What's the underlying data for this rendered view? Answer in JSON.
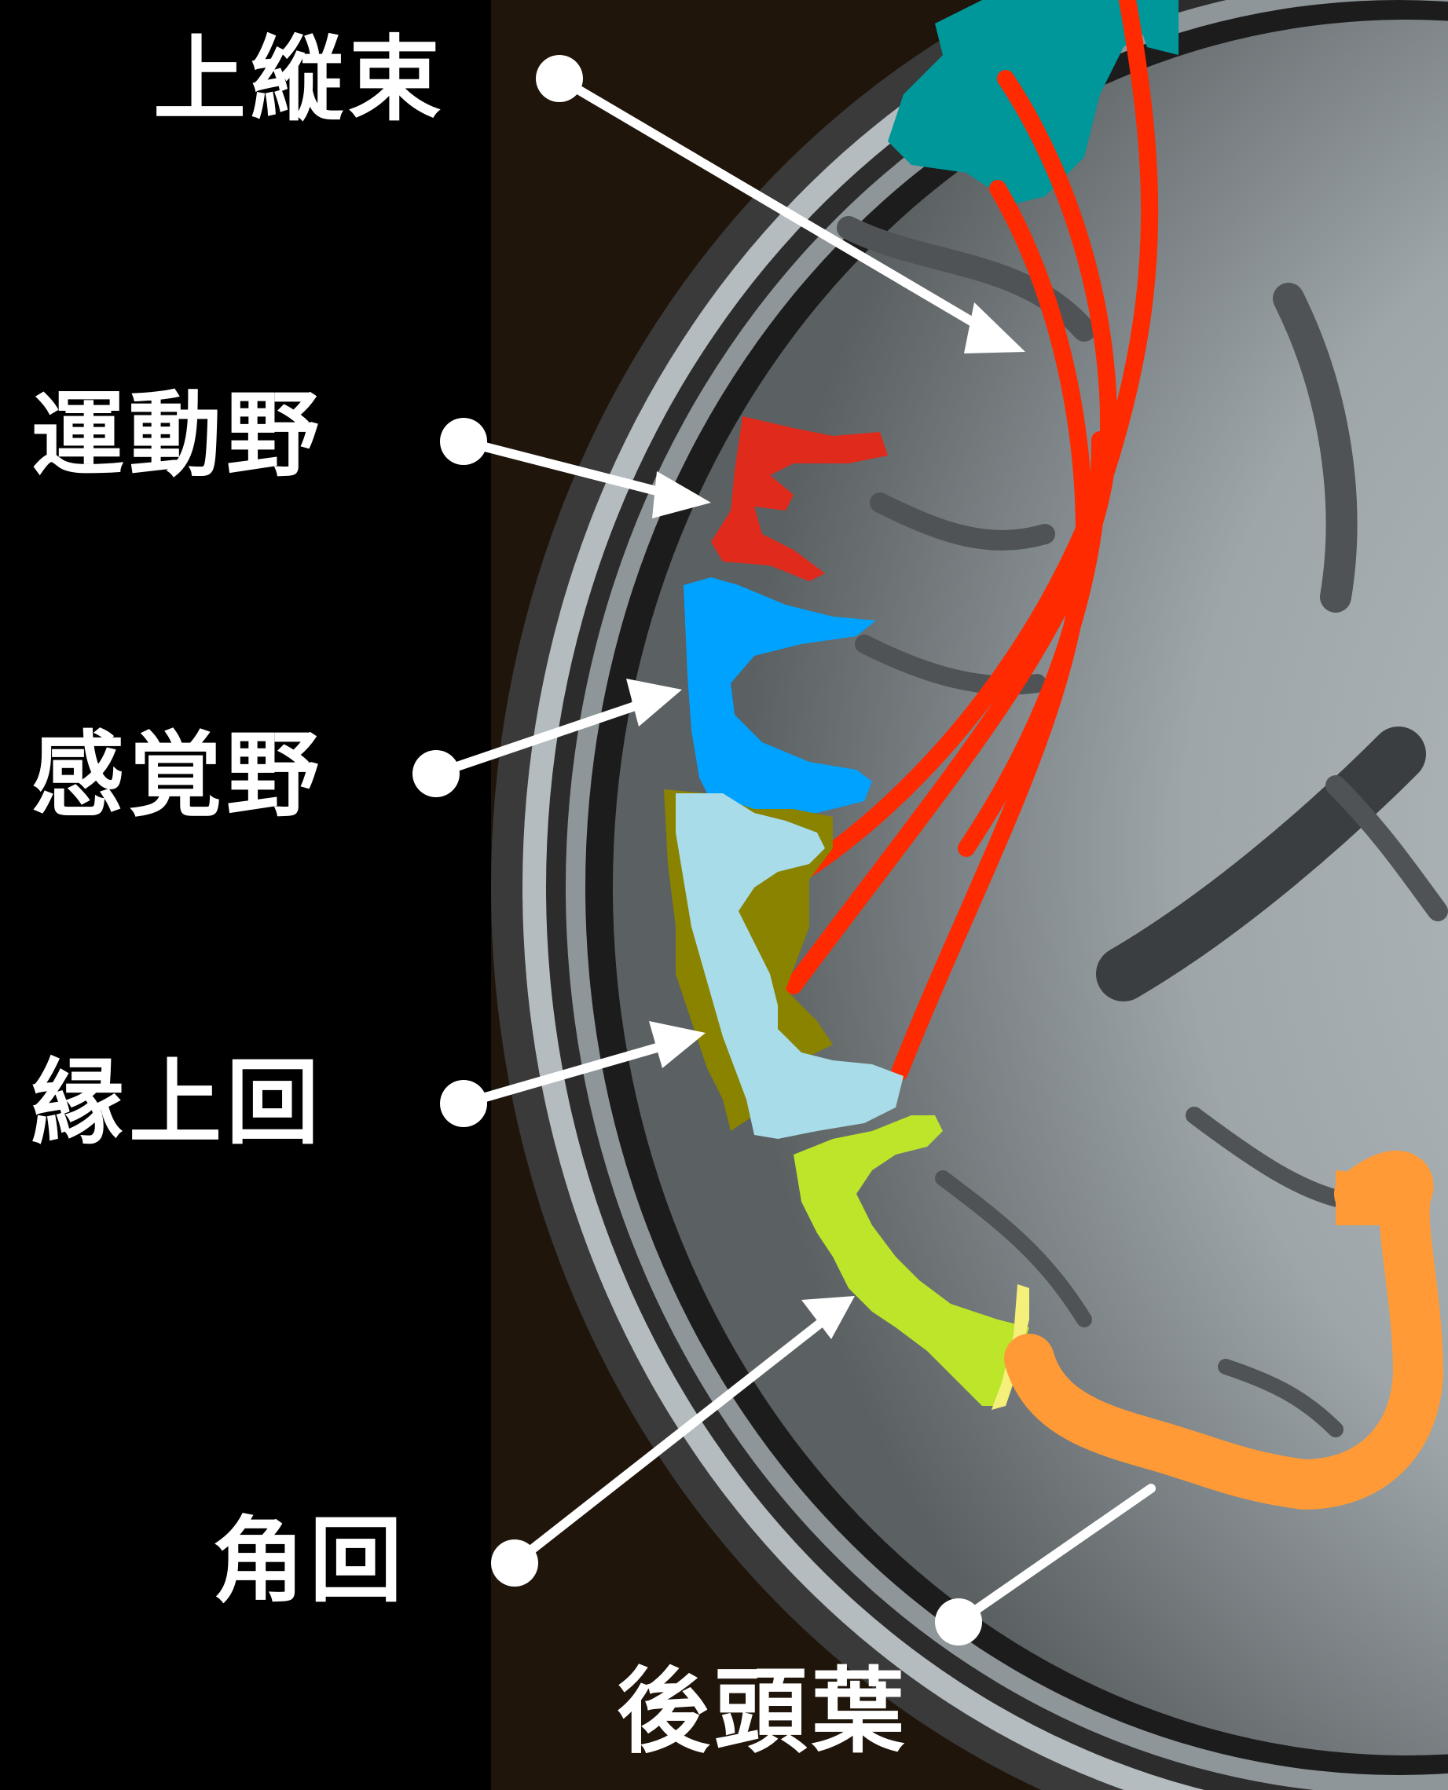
{
  "labels": {
    "slf": "上縦束",
    "motor": "運動野",
    "sensory": "感覚野",
    "supramarginal": "縁上回",
    "angular": "角回",
    "occipital": "後頭葉"
  },
  "region_colors": {
    "slf": "#ff2a00",
    "motor": "#e02a1c",
    "sensory": "#00a2ff",
    "supramarginal": "#a7dce8",
    "supramarginal_shadow": "#8a8300",
    "angular": "#bde52a",
    "occipital": "#ff9a36",
    "frontal_top": "#00979a"
  }
}
